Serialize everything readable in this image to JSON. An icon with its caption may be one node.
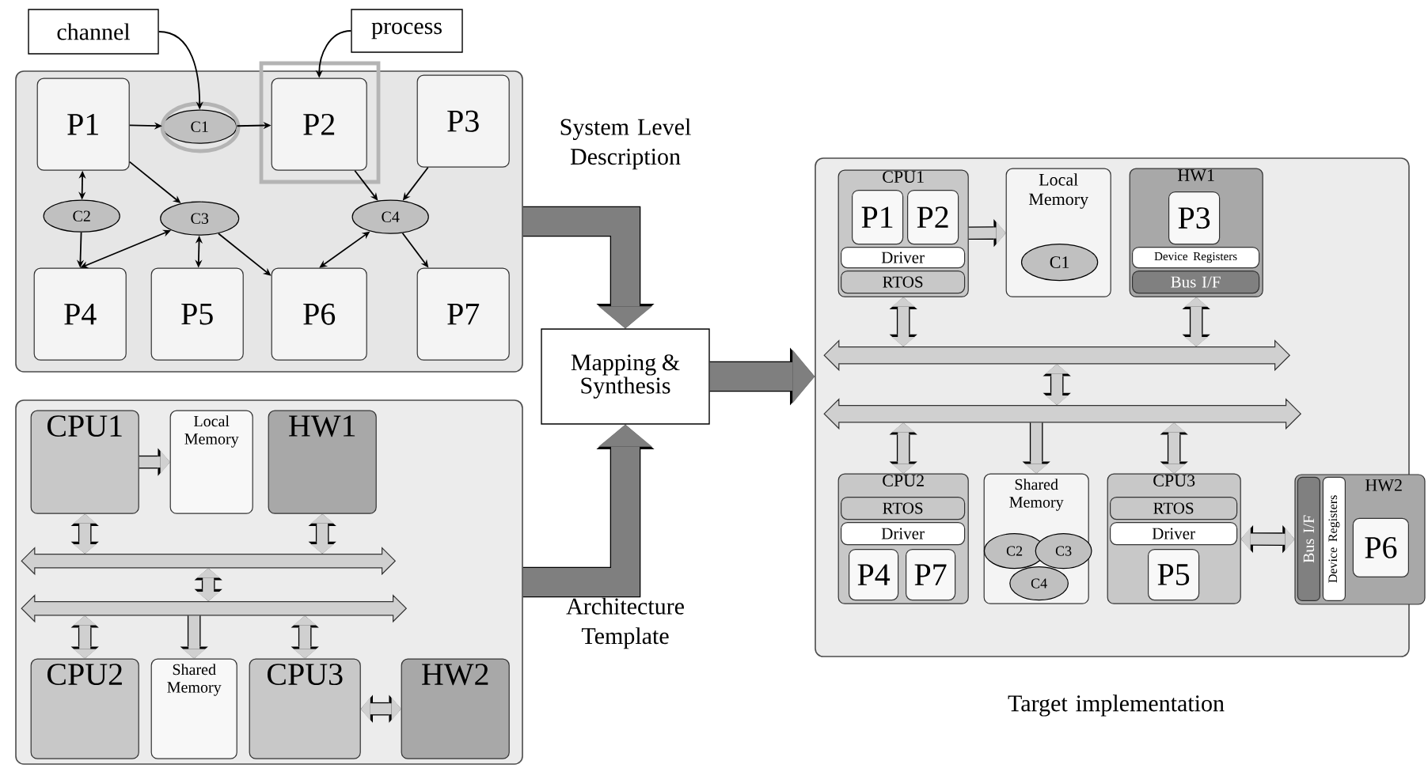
{
  "diagram": {
    "nodes": [
      {
        "text": [],
        "shape": "box"
      },
      {
        "text": [
          "channel"
        ]
      },
      {
        "text": [
          "process"
        ]
      },
      {
        "text": [
          "P1"
        ],
        "in": 0
      },
      {
        "text": [
          "C1"
        ],
        "in": 0
      },
      {
        "text": [
          "P2"
        ],
        "in": 0
      },
      {
        "text": [
          "P3"
        ],
        "in": 0
      },
      {
        "text": [
          "C2"
        ],
        "in": 0
      },
      {
        "text": [
          "C3"
        ],
        "in": 0
      },
      {
        "text": [
          "C4"
        ],
        "in": 0
      },
      {
        "text": [
          "P4"
        ],
        "in": 0
      },
      {
        "text": [
          "P5"
        ],
        "in": 0
      },
      {
        "text": [
          "P6"
        ],
        "in": 0
      },
      {
        "text": [
          "P7"
        ],
        "in": 0
      },
      {
        "text": [],
        "shape": "box"
      },
      {
        "text": [
          "CPU1"
        ],
        "in": 14
      },
      {
        "text": [
          "Local Memory"
        ],
        "in": 14
      },
      {
        "text": [
          "HW1"
        ],
        "in": 14
      },
      {
        "text": [],
        "shape": "bar",
        "in": 14
      },
      {
        "text": [],
        "shape": "bar",
        "in": 14
      },
      {
        "text": [
          "CPU2"
        ],
        "in": 14
      },
      {
        "text": [
          "Shared Memory"
        ],
        "in": 14
      },
      {
        "text": [
          "CPU3"
        ],
        "in": 14
      },
      {
        "text": [
          "HW2"
        ],
        "in": 14
      },
      {
        "text": [
          "Mapping & Synthesis"
        ]
      },
      {
        "text": [],
        "shape": "box"
      },
      {
        "text": [
          "CPU1"
        ],
        "in": 25
      },
      {
        "text": [
          "P1"
        ],
        "in": 26
      },
      {
        "text": [
          "P2"
        ],
        "in": 26
      },
      {
        "text": [
          "Driver"
        ],
        "in": 26
      },
      {
        "text": [
          "RTOS"
        ],
        "in": 26
      },
      {
        "text": [
          "Local Memory"
        ],
        "in": 25
      },
      {
        "text": [
          "C1"
        ],
        "in": 31
      },
      {
        "text": [
          "HW1"
        ],
        "in": 25
      },
      {
        "text": [
          "P3"
        ],
        "in": 33
      },
      {
        "text": [
          "Device Registers"
        ],
        "in": 33
      },
      {
        "text": [
          "Bus I/F"
        ],
        "in": 33
      },
      {
        "text": [],
        "shape": "bar",
        "in": 25
      },
      {
        "text": [],
        "shape": "bar",
        "in": 25
      },
      {
        "text": [
          "CPU2"
        ],
        "in": 25
      },
      {
        "text": [
          "RTOS"
        ],
        "in": 39
      },
      {
        "text": [
          "Driver"
        ],
        "in": 39
      },
      {
        "text": [
          "P4"
        ],
        "in": 39
      },
      {
        "text": [
          "P7"
        ],
        "in": 39
      },
      {
        "text": [
          "Shared Memory"
        ],
        "in": 25
      },
      {
        "text": [
          "C2"
        ],
        "in": 44
      },
      {
        "text": [
          "C3"
        ],
        "in": 44
      },
      {
        "text": [
          "C4"
        ],
        "in": 44
      },
      {
        "text": [
          "CPU3"
        ],
        "in": 25
      },
      {
        "text": [
          "RTOS"
        ],
        "in": 48
      },
      {
        "text": [
          "Driver"
        ],
        "in": 48
      },
      {
        "text": [
          "P5"
        ],
        "in": 48
      },
      {
        "text": [
          "HW2"
        ]
      },
      {
        "text": [
          "Bus I/F"
        ],
        "in": 52
      },
      {
        "text": [
          "Device Registers"
        ],
        "in": 52
      },
      {
        "text": [
          "P6"
        ],
        "in": 52
      }
    ],
    "edges": [
      {
        "from": 1,
        "to": 4,
        "arrow": "to",
        "color": "#000000"
      },
      {
        "from": 2,
        "to": 5,
        "arrow": "to",
        "color": "#000000"
      },
      {
        "from": 3,
        "to": 4,
        "arrow": "to",
        "color": "#000000"
      },
      {
        "from": 4,
        "to": 5,
        "arrow": "to",
        "color": "#000000"
      },
      {
        "from": 3,
        "to": 7,
        "arrow": "both",
        "color": "#000000"
      },
      {
        "from": 7,
        "to": 10,
        "arrow": "to",
        "color": "#000000"
      },
      {
        "from": 3,
        "to": 8,
        "arrow": "to",
        "color": "#000000"
      },
      {
        "from": 8,
        "to": 10,
        "arrow": "both",
        "color": "#000000"
      },
      {
        "from": 8,
        "to": 11,
        "arrow": "both",
        "color": "#000000"
      },
      {
        "from": 8,
        "to": 12,
        "arrow": "to",
        "color": "#000000"
      },
      {
        "from": 5,
        "to": 9,
        "arrow": "to",
        "color": "#000000"
      },
      {
        "from": 6,
        "to": 9,
        "arrow": "to",
        "color": "#000000"
      },
      {
        "from": 9,
        "to": 12,
        "arrow": "both",
        "color": "#000000"
      },
      {
        "from": 9,
        "to": 13,
        "arrow": "to",
        "color": "#000000"
      },
      {
        "from": 15,
        "to": 16,
        "arrow": "to"
      },
      {
        "from": 15,
        "to": 18,
        "arrow": "both"
      },
      {
        "from": 17,
        "to": 18,
        "arrow": "both"
      },
      {
        "from": 18,
        "to": 19,
        "arrow": "both"
      },
      {
        "from": 19,
        "to": 20,
        "arrow": "both"
      },
      {
        "from": 19,
        "to": 21,
        "arrow": "to"
      },
      {
        "from": 19,
        "to": 22,
        "arrow": "both"
      },
      {
        "from": 22,
        "to": 23,
        "arrow": "both"
      },
      {
        "from": 0,
        "to": 24,
        "arrow": "to",
        "style": "thick",
        "color": "#7f7f7f"
      },
      {
        "from": 14,
        "to": 24,
        "arrow": "to",
        "style": "thick",
        "color": "#7f7f7f"
      },
      {
        "from": 24,
        "to": 25,
        "arrow": "to",
        "style": "thick",
        "color": "#7f7f7f"
      },
      {
        "from": 26,
        "to": 31,
        "arrow": "to"
      },
      {
        "from": 26,
        "to": 37,
        "arrow": "both"
      },
      {
        "from": 33,
        "to": 37,
        "arrow": "both"
      },
      {
        "from": 37,
        "to": 38,
        "arrow": "both"
      },
      {
        "from": 38,
        "to": 39,
        "arrow": "both"
      },
      {
        "from": 38,
        "to": 44,
        "arrow": "to"
      },
      {
        "from": 38,
        "to": 48,
        "arrow": "both"
      },
      {
        "from": 48,
        "to": 52,
        "arrow": "both"
      }
    ],
    "labels": [
      "System Level Description",
      "Architecture Template",
      "Target implementation"
    ]
  }
}
